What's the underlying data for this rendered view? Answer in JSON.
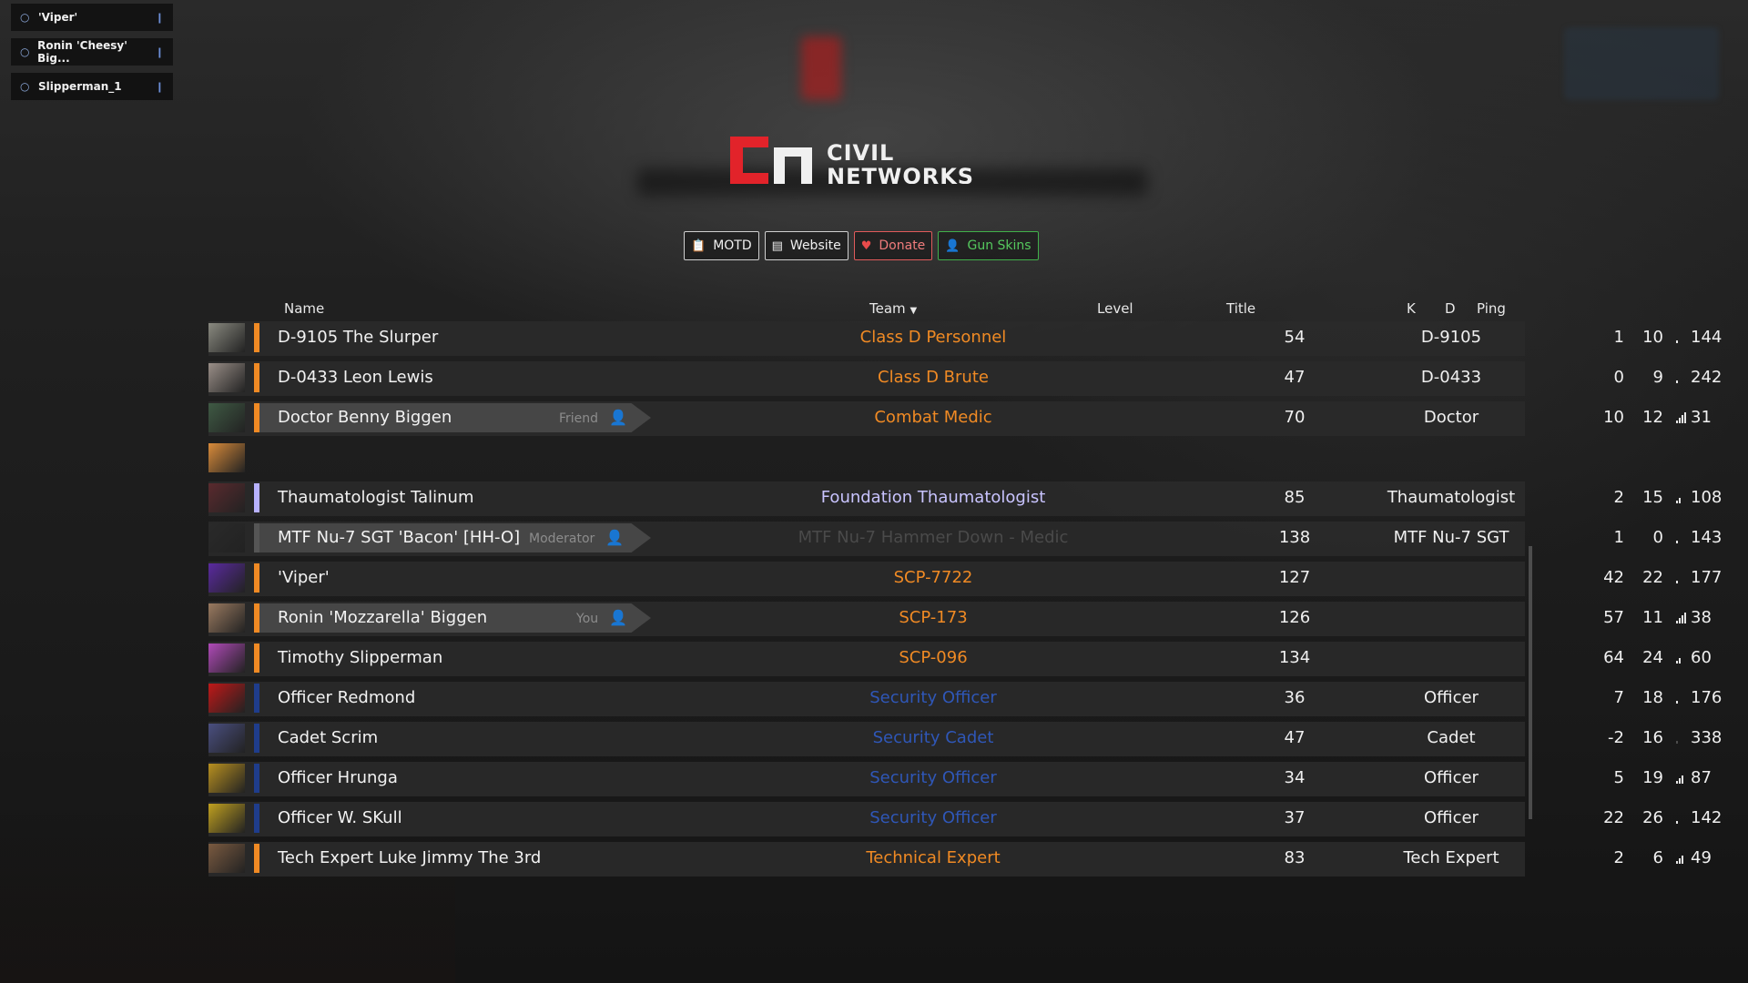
{
  "voice_chat": [
    {
      "name": "'Viper'"
    },
    {
      "name": "Ronin 'Cheesy' Big..."
    },
    {
      "name": "Slipperman_1"
    }
  ],
  "logo": {
    "line1": "CIVIL",
    "line2": "NETWORKS"
  },
  "buttons": {
    "motd": "MOTD",
    "website": "Website",
    "donate": "Donate",
    "gun_skins": "Gun Skins"
  },
  "columns": {
    "name": "Name",
    "team": "Team",
    "level": "Level",
    "title": "Title",
    "kills": "K",
    "deaths": "D",
    "ping": "Ping"
  },
  "colors": {
    "class_d": "#f08a24",
    "foundation": "#c9c4ff",
    "security": "#2f57b8",
    "stripe_orange": "#f08a24",
    "stripe_blue": "#1f3d8c",
    "stripe_lavender": "#b8b2ff",
    "stripe_grey": "#888888"
  },
  "players": [
    {
      "name": "D-9105 The Slurper",
      "team": "Class D Personnel",
      "level": "54",
      "title": "D-9105",
      "k": "1",
      "d": "10",
      "ping": "144",
      "team_color": "#f08a24",
      "stripe": "#f08a24",
      "tag": "",
      "avatar": "#8a8a80",
      "bars": 1
    },
    {
      "name": "D-0433 Leon Lewis",
      "team": "Class D Brute",
      "level": "47",
      "title": "D-0433",
      "k": "0",
      "d": "9",
      "ping": "242",
      "team_color": "#f08a24",
      "stripe": "#f08a24",
      "tag": "",
      "avatar": "#9a8f88",
      "bars": 1
    },
    {
      "name": "Doctor Benny Biggen",
      "team": "Combat Medic",
      "level": "70",
      "title": "Doctor",
      "k": "10",
      "d": "12",
      "ping": "31",
      "team_color": "#f08a24",
      "stripe": "#f08a24",
      "tag": "Friend",
      "avatar": "#3f5a44",
      "bars": 4
    },
    {
      "name": "",
      "team": "",
      "level": "",
      "title": "",
      "k": "",
      "d": "",
      "ping": "",
      "team_color": "#f08a24",
      "stripe": "",
      "tag": "",
      "avatar": "#d98b3a",
      "bars": 0
    },
    {
      "name": "Thaumatologist Talinum",
      "team": "Foundation Thaumatologist",
      "level": "85",
      "title": "Thaumatologist",
      "k": "2",
      "d": "15",
      "ping": "108",
      "team_color": "#c9c4ff",
      "stripe": "#b8b2ff",
      "tag": "",
      "avatar": "#5a2a2e",
      "bars": 2
    },
    {
      "name": "MTF Nu-7 SGT  'Bacon' [HH-O]",
      "team": "MTF Nu-7 Hammer Down - Medic",
      "level": "138",
      "title": "MTF Nu-7 SGT",
      "k": "1",
      "d": "0",
      "ping": "143",
      "team_color": "#4a4a4a",
      "stripe": "#555555",
      "tag": "Moderator",
      "avatar": "#2a2a2a",
      "bars": 1
    },
    {
      "name": "'Viper'",
      "team": "SCP-7722",
      "level": "127",
      "title": "",
      "k": "42",
      "d": "22",
      "ping": "177",
      "team_color": "#f08a24",
      "stripe": "#f08a24",
      "tag": "",
      "avatar": "#5a2aa0",
      "bars": 1
    },
    {
      "name": "Ronin 'Mozzarella' Biggen",
      "team": "SCP-173",
      "level": "126",
      "title": "",
      "k": "57",
      "d": "11",
      "ping": "38",
      "team_color": "#f08a24",
      "stripe": "#f08a24",
      "tag": "You",
      "avatar": "#9a7a60",
      "bars": 4
    },
    {
      "name": "Timothy Slipperman",
      "team": "SCP-096",
      "level": "134",
      "title": "",
      "k": "64",
      "d": "24",
      "ping": "60",
      "team_color": "#f08a24",
      "stripe": "#f08a24",
      "tag": "",
      "avatar": "#b04ab8",
      "bars": 2
    },
    {
      "name": "Officer Redmond",
      "team": "Security Officer",
      "level": "36",
      "title": "Officer",
      "k": "7",
      "d": "18",
      "ping": "176",
      "team_color": "#2f57b8",
      "stripe": "#1f3d8c",
      "tag": "",
      "avatar": "#c01818",
      "bars": 1
    },
    {
      "name": "Cadet Scrim",
      "team": "Security Cadet",
      "level": "47",
      "title": "Cadet",
      "k": "-2",
      "d": "16",
      "ping": "338",
      "team_color": "#2f57b8",
      "stripe": "#1f3d8c",
      "tag": "",
      "avatar": "#4a4f80",
      "bars": 0
    },
    {
      "name": "Officer Hrunga",
      "team": "Security Officer",
      "level": "34",
      "title": "Officer",
      "k": "5",
      "d": "19",
      "ping": "87",
      "team_color": "#2f57b8",
      "stripe": "#1f3d8c",
      "tag": "",
      "avatar": "#b89020",
      "bars": 3
    },
    {
      "name": "Officer W.  SKull",
      "team": "Security Officer",
      "level": "37",
      "title": "Officer",
      "k": "22",
      "d": "26",
      "ping": "142",
      "team_color": "#2f57b8",
      "stripe": "#1f3d8c",
      "tag": "",
      "avatar": "#c0a020",
      "bars": 1
    },
    {
      "name": "Tech Expert Luke Jimmy The 3rd",
      "team": "Technical Expert",
      "level": "83",
      "title": "Tech Expert",
      "k": "2",
      "d": "6",
      "ping": "49",
      "team_color": "#f08a24",
      "stripe": "#f08a24",
      "tag": "",
      "avatar": "#7a5a40",
      "bars": 3
    }
  ]
}
